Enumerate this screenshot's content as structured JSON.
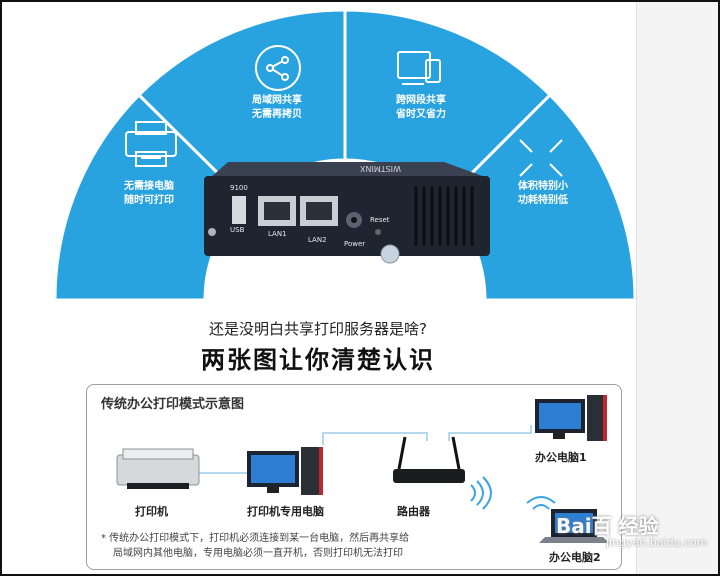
{
  "hero": {
    "segments": [
      {
        "line1": "无需接电脑",
        "line2": "随时可打印",
        "icon": "printer-icon"
      },
      {
        "line1": "局域网共享",
        "line2": "无需再拷贝",
        "icon": "share-icon"
      },
      {
        "line1": "跨网段共享",
        "line2": "省时又省力",
        "icon": "devices-icon"
      },
      {
        "line1": "体积特别小",
        "line2": "功耗特别低",
        "icon": "shrink-icon"
      }
    ],
    "device": {
      "brand": "WISTMINX",
      "port_9100": "9100",
      "usb": "USB",
      "lan1": "LAN1",
      "lan2": "LAN2",
      "power": "Power",
      "reset": "Reset"
    },
    "colors": {
      "fan": "#29a3e0",
      "fan_dark": "#1b8fcf",
      "device": "#1e2430"
    }
  },
  "headline": {
    "question": "还是没明白共享打印服务器是啥?",
    "title": "两张图让你清楚认识"
  },
  "diagram": {
    "title": "传统办公打印模式示意图",
    "nodes": {
      "printer": "打印机",
      "dedicated_pc": "打印机专用电脑",
      "router": "路由器",
      "office_pc1": "办公电脑1",
      "office_pc2": "办公电脑2"
    },
    "note_line1": "* 传统办公打印模式下，打印机必须连接到某一台电脑，然后再共享给",
    "note_line2": "局域网内其他电脑，专用电脑必须一直开机，否则打印机无法打印"
  },
  "watermark": {
    "text": "Bai百 经验",
    "sub": "jingyan.baidu.com"
  }
}
